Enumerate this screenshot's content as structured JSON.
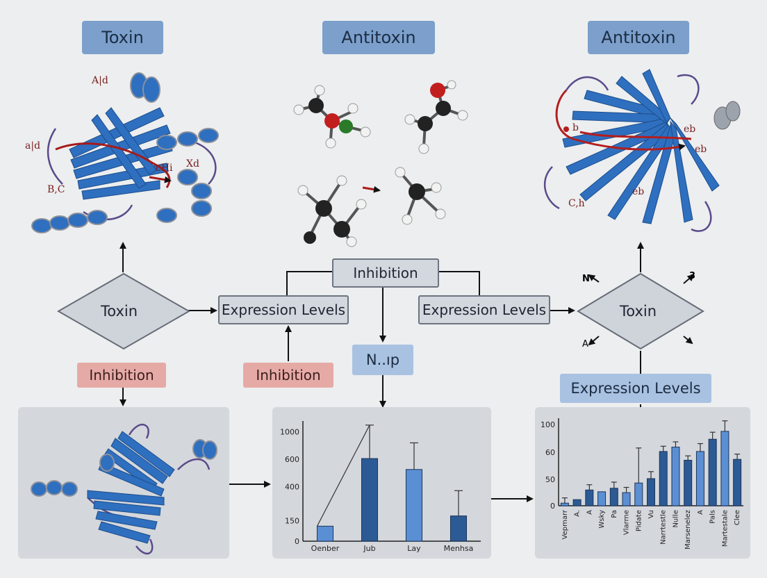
{
  "headers": {
    "left": "Toxin",
    "middle": "Antitoxin",
    "right": "Antitoxin"
  },
  "nodes": {
    "toxin_left": "Toxin",
    "toxin_right": "Toxin",
    "expr_left": "Expression Levels",
    "expr_right": "Expression Levels",
    "inhibition_top": "Inhibition",
    "inhibition_pink_left": "Inhibition",
    "inhibition_pink_mid": "Inhibition",
    "nmp": "N..ıp",
    "expr_blue": "Expression Levels"
  },
  "toxin_labels": {
    "l1": "A|d",
    "l2": "a|d",
    "l3": "B,C",
    "l4": "cHi",
    "l5": "Xd"
  },
  "antitoxin_labels": {
    "l1": "b",
    "l2": "eb",
    "l3": "eb",
    "l4": "C,h",
    "l5": "eb"
  },
  "diamond_marks": {
    "n": "N",
    "three": "3",
    "a": "A"
  },
  "chart1": {
    "chart_data": {
      "type": "bar",
      "categories": [
        "Oenber",
        "Jub",
        "Lay",
        "Menhsa"
      ],
      "values": [
        110,
        605,
        525,
        185
      ],
      "errors": [
        0,
        245,
        195,
        185
      ],
      "ytick_labels": [
        "0",
        "150",
        "400",
        "600",
        "1000"
      ],
      "ytick_values": [
        0,
        150,
        400,
        600,
        800
      ],
      "ylim": [
        0,
        880
      ]
    },
    "colors": [
      "#5b8fd4",
      "#2c5a94",
      "#5b8fd4",
      "#2c5a94"
    ]
  },
  "chart2": {
    "chart_data": {
      "type": "bar",
      "categories": [
        "Vepmarr",
        "A.",
        "A",
        "Wsky",
        "Pa",
        "Vlarrne",
        "Pidate",
        "Vu",
        "Narrtestle",
        "Nulle",
        "Marsenelez",
        "A",
        "Pals",
        "Martestale",
        "Clee"
      ],
      "values": [
        3,
        7,
        18,
        16,
        20,
        15,
        26,
        31,
        62,
        67,
        52,
        62,
        76,
        85,
        53
      ],
      "errors": [
        6,
        0,
        6,
        0,
        7,
        6,
        40,
        8,
        6,
        6,
        5,
        9,
        8,
        12,
        6
      ],
      "ytick_labels": [
        "0",
        "50",
        "60",
        "100"
      ],
      "ytick_values": [
        0,
        30,
        61,
        93
      ],
      "ylim": [
        0,
        100
      ]
    },
    "colors": [
      "#5b8fd4",
      "#2c5a94",
      "#2c5a94",
      "#5b8fd4",
      "#2c5a94",
      "#5b8fd4",
      "#5b8fd4",
      "#2c5a94",
      "#2c5a94",
      "#5b8fd4",
      "#2c5a94",
      "#5b8fd4",
      "#2c5a94",
      "#5b8fd4",
      "#2c5a94"
    ]
  }
}
